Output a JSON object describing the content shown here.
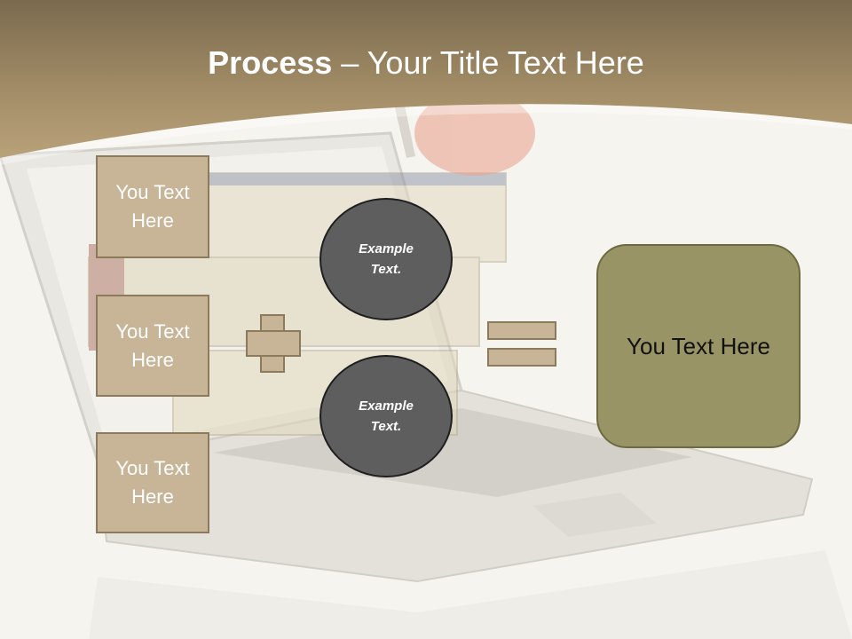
{
  "title": {
    "bold": "Process",
    "rest": " – Your Title Text Here"
  },
  "left_boxes": [
    {
      "label": "You Text Here"
    },
    {
      "label": "You Text Here"
    },
    {
      "label": "You Text Here"
    }
  ],
  "circles": [
    {
      "label": "Example Text."
    },
    {
      "label": "Example Text."
    }
  ],
  "result": {
    "label": "You Text Here"
  },
  "colors": {
    "header": "#9c865f",
    "box_fill": "#c8b496",
    "box_border": "#8c7a5c",
    "circle_fill": "#5e5e5e",
    "result_fill": "#989466",
    "background": "#f7f5f1"
  },
  "background_image": "faded laptop with stacked books and red apple"
}
